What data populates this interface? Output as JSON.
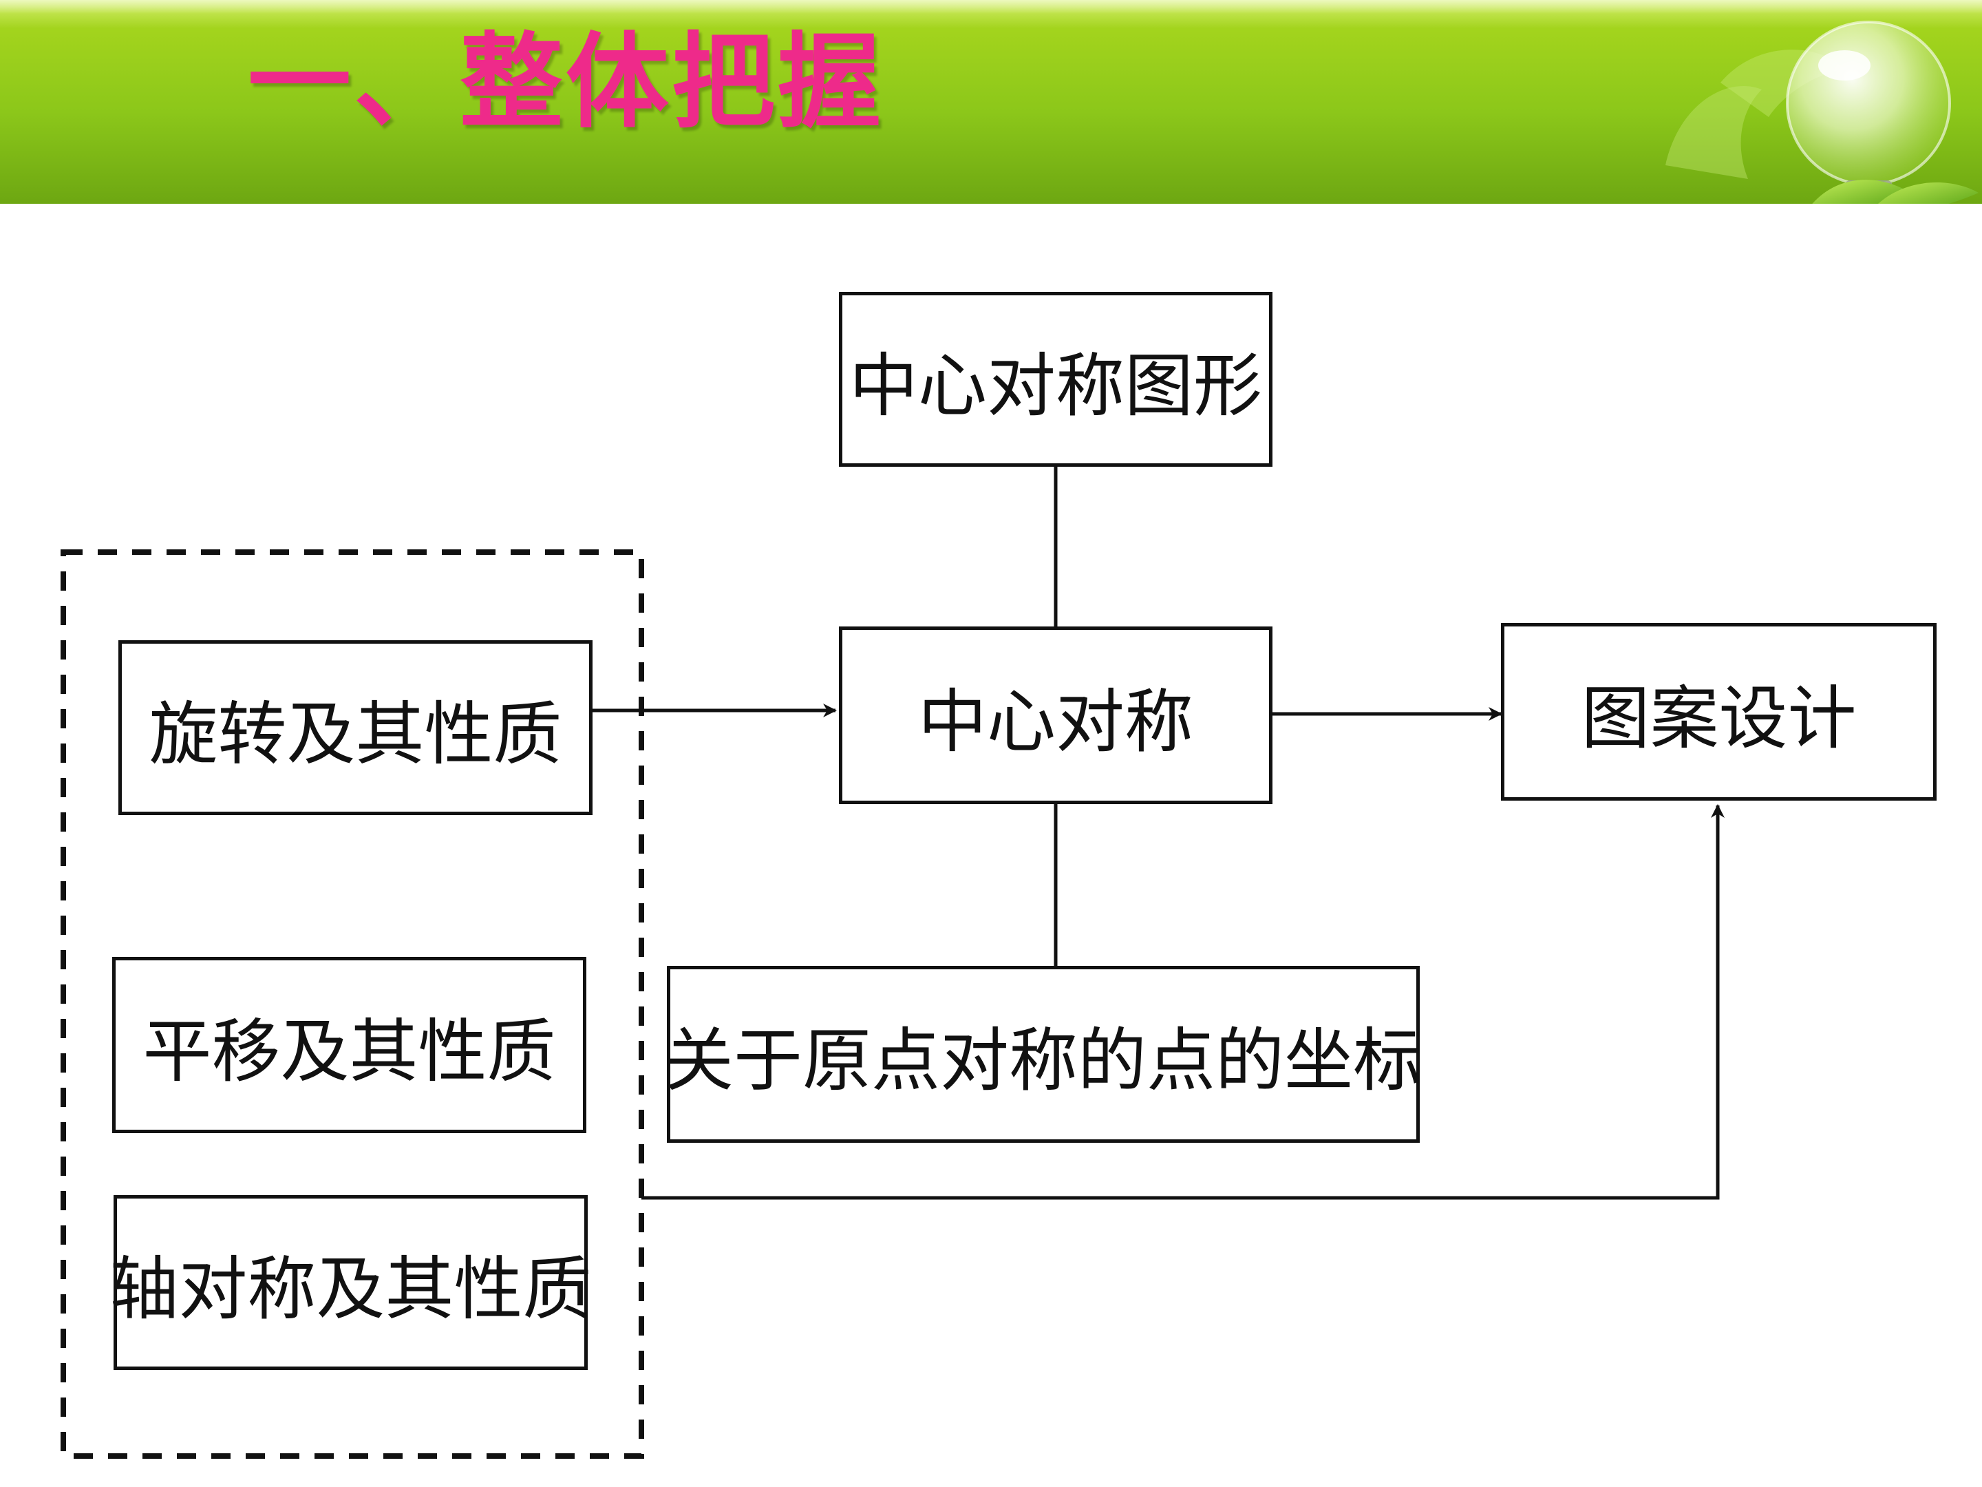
{
  "header": {
    "title": "一、整体把握"
  },
  "diagram": {
    "nodes": {
      "central_symmetric_figure": "中心对称图形",
      "central_symmetry": "中心对称",
      "pattern_design": "图案设计",
      "rotation_properties": "旋转及其性质",
      "translation_properties": "平移及其性质",
      "axial_symmetry_properties": "轴对称及其性质",
      "origin_symmetric_coordinates": "关于原点对称的点的坐标"
    },
    "edges": [
      {
        "from": "central_symmetric_figure",
        "to": "central_symmetry",
        "arrow": false
      },
      {
        "from": "central_symmetry",
        "to": "origin_symmetric_coordinates",
        "arrow": false
      },
      {
        "from": "rotation_properties",
        "to": "central_symmetry",
        "arrow": true
      },
      {
        "from": "central_symmetry",
        "to": "pattern_design",
        "arrow": true
      },
      {
        "from": "transformation_group",
        "to": "pattern_design",
        "arrow": true
      }
    ]
  },
  "colors": {
    "title": "#ee2a8a",
    "header_green": "#8cc71a",
    "line": "#111111"
  }
}
